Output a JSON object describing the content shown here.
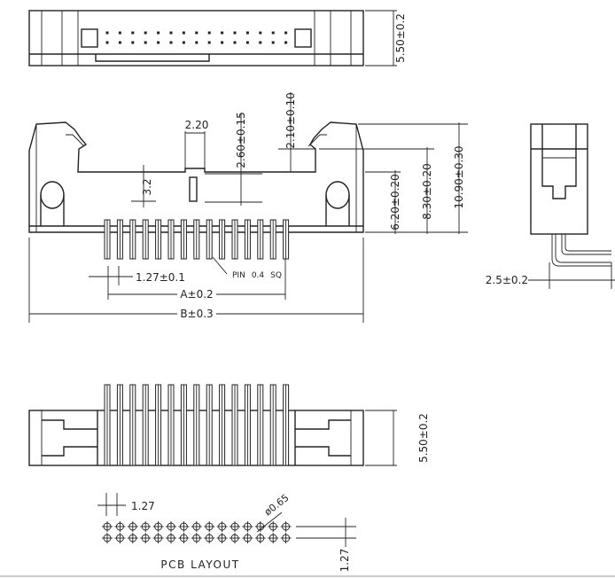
{
  "top_view": {
    "height_dim": "5.50±0.2"
  },
  "front_view": {
    "pin_width_dim": "2.20",
    "pin_top_dim": "2.60±0.15",
    "latch_dim": "2.10±0.10",
    "body_step_dim": "3.2",
    "body_height_dim": "6.20±0.20",
    "pin_height_dim": "8.30±0.20",
    "total_height_dim": "10.90±0.30",
    "pitch_dim": "1.27±0.1",
    "pin_note_prefix": "PIN",
    "pin_note_size": "0.4",
    "pin_note_suffix": "SQ",
    "dim_a": "A±0.2",
    "dim_b": "B±0.3"
  },
  "side_view": {
    "offset_dim": "2.5±0.2"
  },
  "bottom_view": {
    "height_dim": "5.50±0.2"
  },
  "pcb_layout": {
    "pitch_x": "1.27",
    "hole_dim": "ø0.65",
    "pitch_y": "1.27",
    "title": "PCB LAYOUT"
  }
}
